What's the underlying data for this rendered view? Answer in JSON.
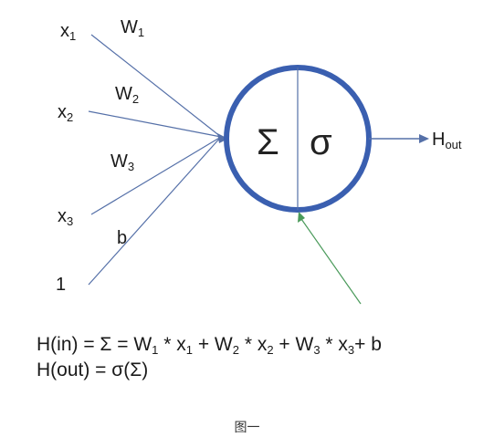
{
  "inputs": [
    {
      "base": "x",
      "sub": "1"
    },
    {
      "base": "x",
      "sub": "2"
    },
    {
      "base": "x",
      "sub": "3"
    },
    {
      "base": "1",
      "sub": ""
    }
  ],
  "weights": [
    {
      "base": "W",
      "sub": "1"
    },
    {
      "base": "W",
      "sub": "2"
    },
    {
      "base": "W",
      "sub": "3"
    },
    {
      "base": "b",
      "sub": ""
    }
  ],
  "neuron": {
    "sum_symbol": "Σ",
    "activation_symbol": "σ"
  },
  "output": {
    "base": "H",
    "sub": "out"
  },
  "formula": {
    "line1": [
      {
        "t": "H(in) = Σ = W",
        "s": "1"
      },
      {
        "t": " * x",
        "s": "1"
      },
      {
        "t": " + W",
        "s": "2"
      },
      {
        "t": " * x",
        "s": "2"
      },
      {
        "t": " + W",
        "s": "3"
      },
      {
        "t": " * x",
        "s": "3"
      },
      {
        "t": "+ b",
        "s": ""
      }
    ],
    "line2": "H(out) = σ(Σ)"
  },
  "caption": "图一",
  "colors": {
    "circle": "#3a5fb0",
    "lines": "#5570a8",
    "feedback": "#4a9a5a"
  }
}
